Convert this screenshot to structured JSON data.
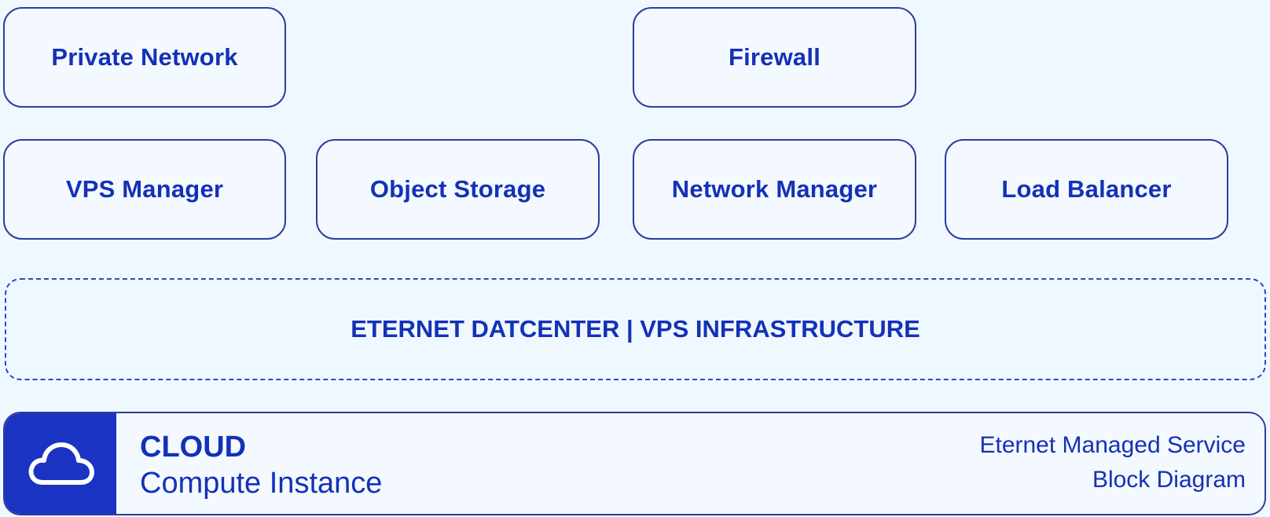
{
  "row_top": {
    "private_network": "Private Network",
    "firewall": "Firewall"
  },
  "row_services": {
    "vps_manager": "VPS Manager",
    "object_storage": "Object Storage",
    "network_manager": "Network Manager",
    "load_balancer": "Load Balancer"
  },
  "infrastructure": {
    "label": "ETERNET DATCENTER | VPS INFRASTRUCTURE"
  },
  "cloud": {
    "icon": "cloud-icon",
    "title": "CLOUD",
    "subtitle": "Compute Instance",
    "meta_line1": "Eternet Managed Service",
    "meta_line2": "Block Diagram"
  },
  "colors": {
    "primary_blue": "#1a33c2",
    "text_blue": "#1431b6",
    "background": "#f0f8ff"
  }
}
